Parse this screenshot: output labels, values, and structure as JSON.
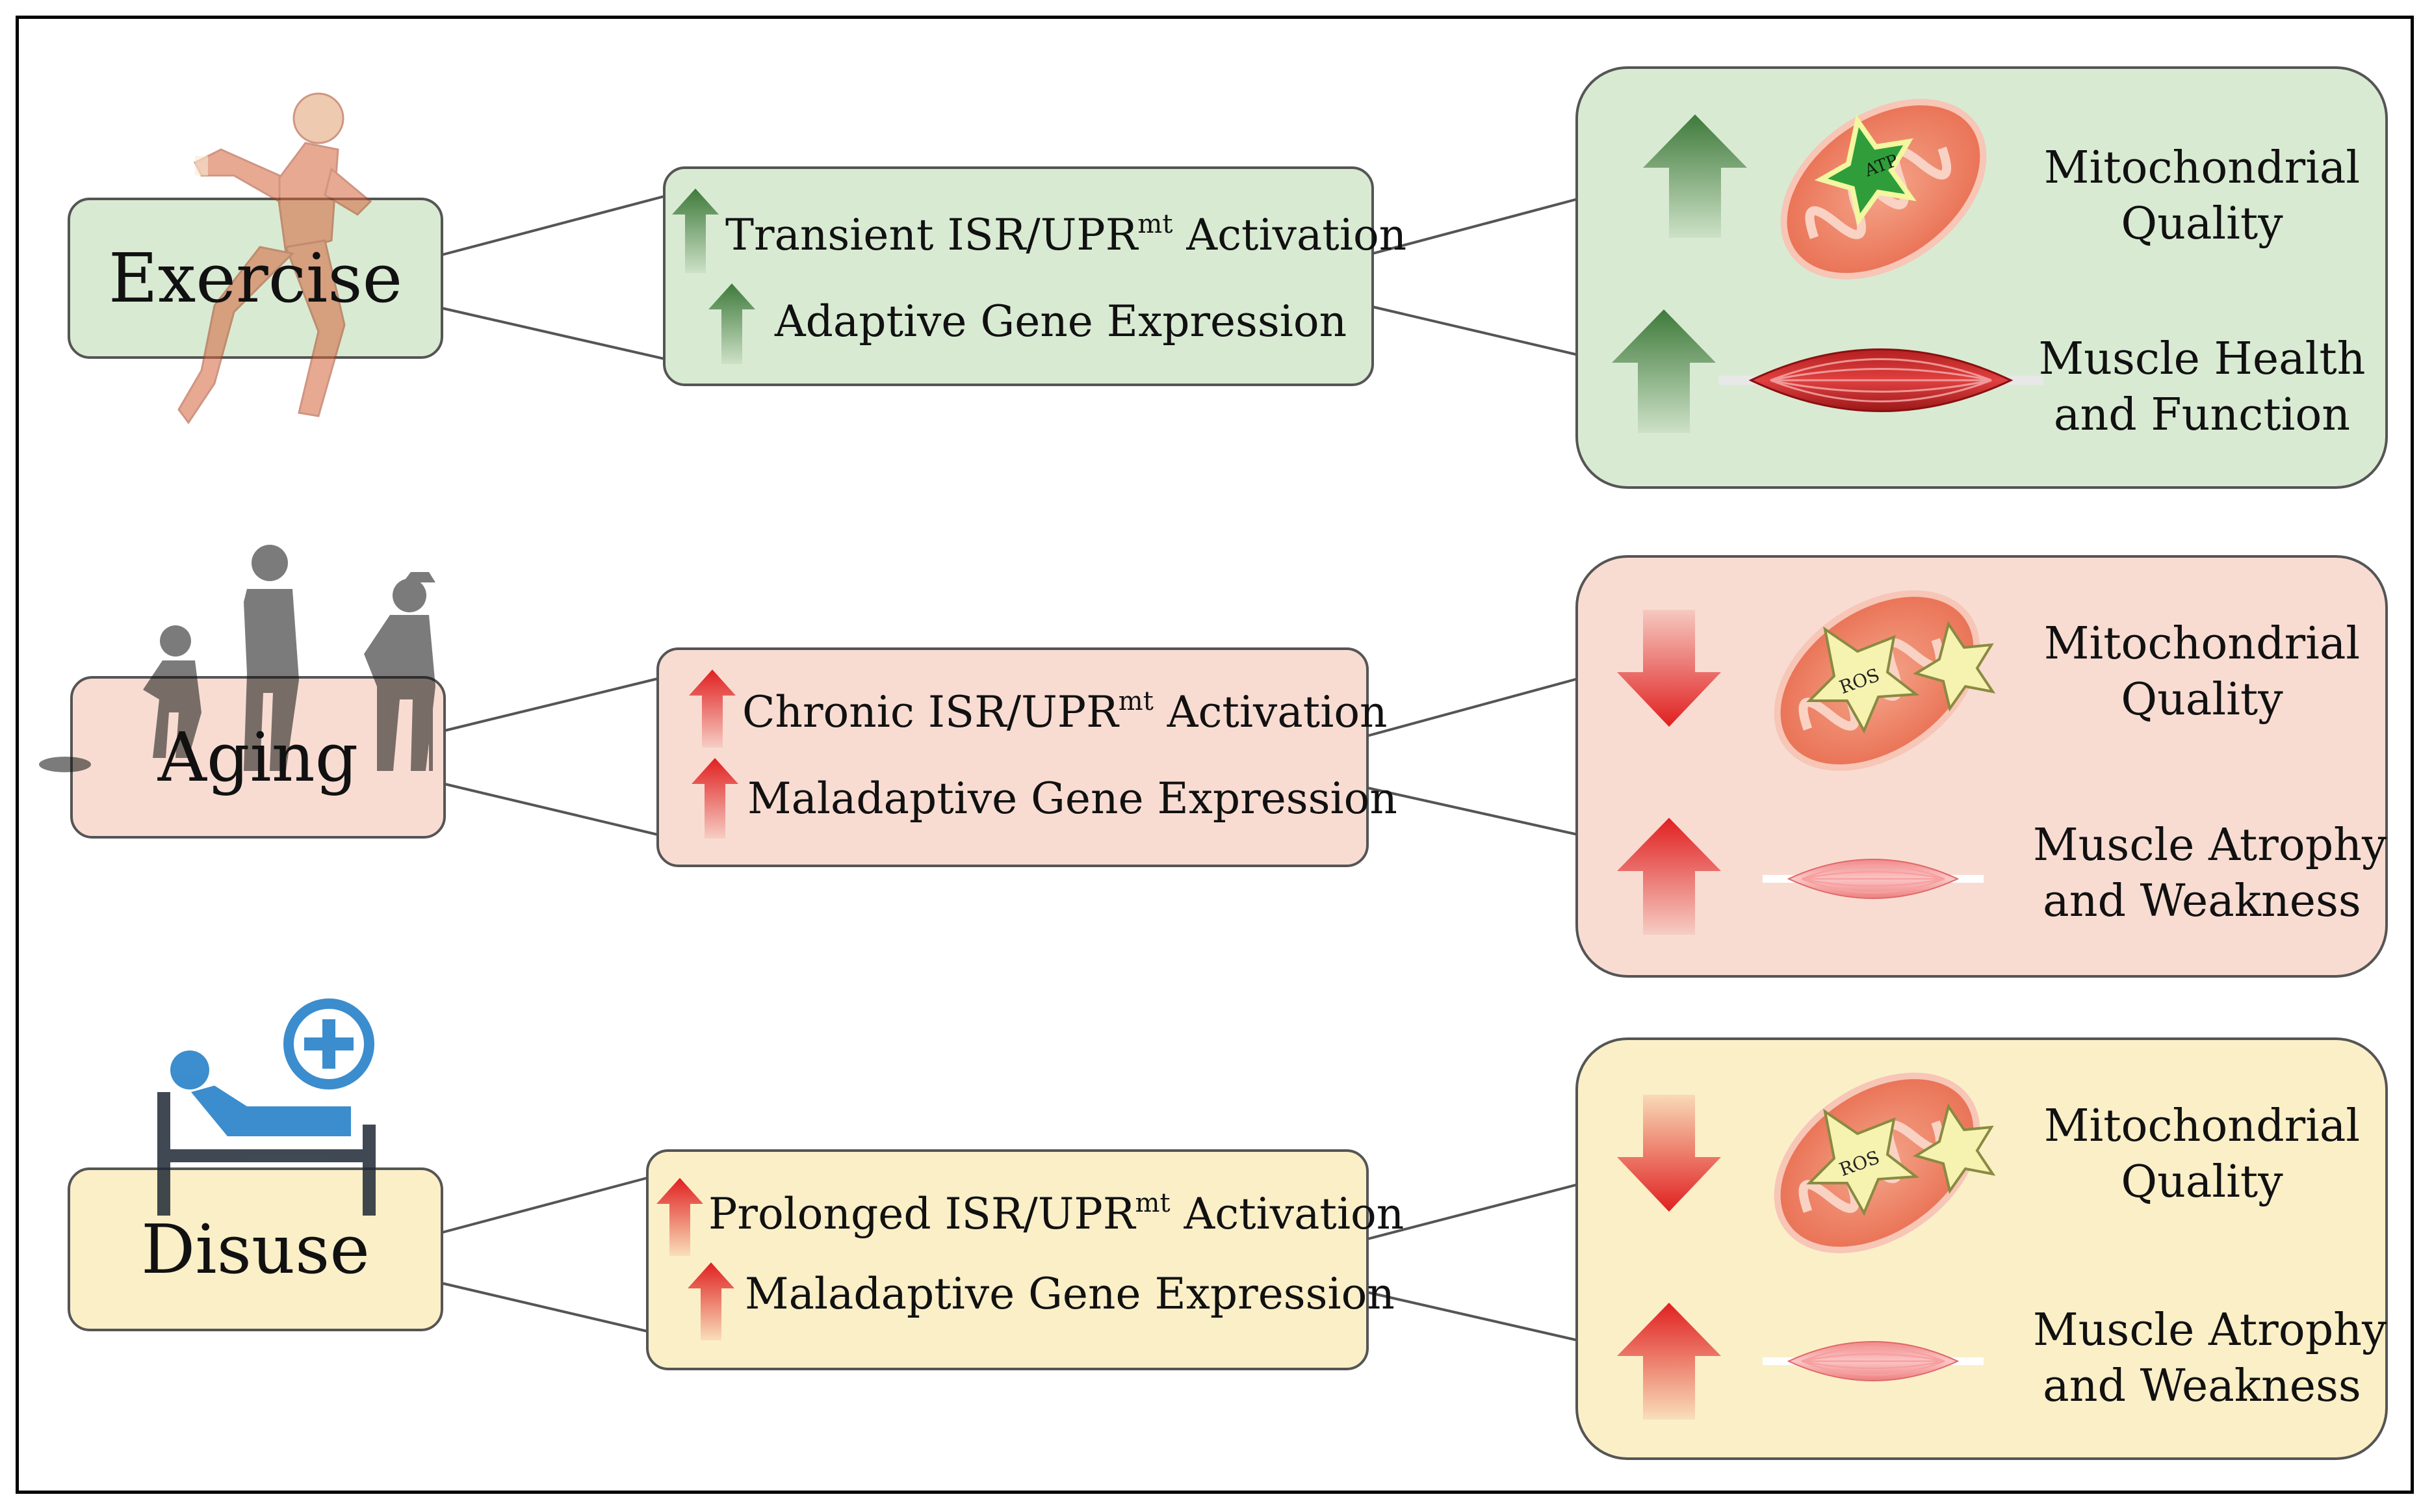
{
  "colors": {
    "exercise_fill": "#d9ead3",
    "aging_fill": "#f8dcd2",
    "disuse_fill": "#fbefc8",
    "up_arrow_green": "#3f7a3b",
    "arrow_red": "#e02020",
    "border": "#555555"
  },
  "rows": [
    {
      "condition": "Exercise",
      "icon": "runner-anatomy-icon",
      "mechanisms": [
        {
          "text": "Transient ISR/UPR",
          "sup": "mt",
          "tail": " Activation",
          "direction": "up"
        },
        {
          "text": "Adaptive Gene Expression",
          "sup": "",
          "tail": "",
          "direction": "up"
        }
      ],
      "outcomes": [
        {
          "label_1": "Mitochondrial",
          "label_2": "Quality",
          "direction": "up",
          "icon": "mitochondrion-atp-icon",
          "badge": "ATP"
        },
        {
          "label_1": "Muscle Health",
          "label_2": "and Function",
          "direction": "up",
          "icon": "muscle-healthy-icon"
        }
      ]
    },
    {
      "condition": "Aging",
      "icon": "aging-silhouettes-icon",
      "mechanisms": [
        {
          "text": "Chronic ISR/UPR",
          "sup": "mt",
          "tail": " Activation",
          "direction": "up"
        },
        {
          "text": "Maladaptive Gene Expression",
          "sup": "",
          "tail": "",
          "direction": "up"
        }
      ],
      "outcomes": [
        {
          "label_1": "Mitochondrial",
          "label_2": "Quality",
          "direction": "down",
          "icon": "mitochondrion-ros-icon",
          "badge": "ROS"
        },
        {
          "label_1": "Muscle Atrophy",
          "label_2": "and Weakness",
          "direction": "up",
          "icon": "muscle-atrophy-icon"
        }
      ]
    },
    {
      "condition": "Disuse",
      "icon": "hospital-bed-icon",
      "mechanisms": [
        {
          "text": "Prolonged ISR/UPR",
          "sup": "mt",
          "tail": " Activation",
          "direction": "up"
        },
        {
          "text": "Maladaptive Gene Expression",
          "sup": "",
          "tail": "",
          "direction": "up"
        }
      ],
      "outcomes": [
        {
          "label_1": "Mitochondrial",
          "label_2": "Quality",
          "direction": "down",
          "icon": "mitochondrion-ros-icon",
          "badge": "ROS"
        },
        {
          "label_1": "Muscle Atrophy",
          "label_2": "and Weakness",
          "direction": "up",
          "icon": "muscle-atrophy-icon"
        }
      ]
    }
  ]
}
